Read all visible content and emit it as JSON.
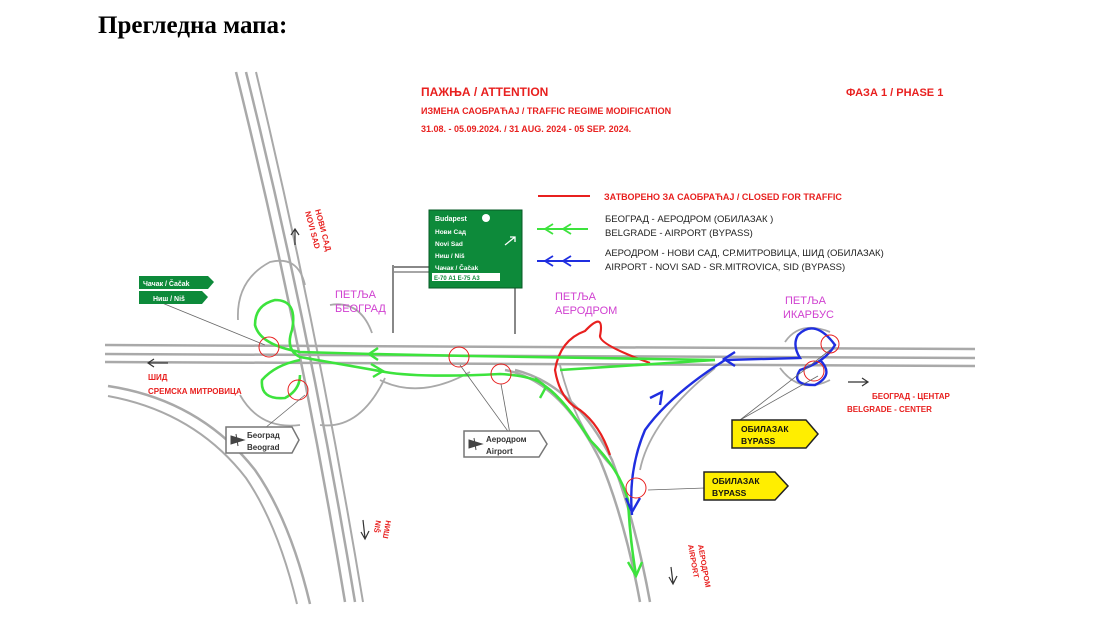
{
  "page_heading": "Прегледна мапа:",
  "notice": {
    "title": "ПАЖЊА / ATTENTION",
    "line1": "ИЗМЕНА САОБРАЋАЈ / TRAFFIC REGIME MODIFICATION",
    "line2": "31.08. - 05.09.2024.  / 31 AUG. 2024 - 05 SEP. 2024.",
    "phase": "ФАЗА 1 / PHASE 1"
  },
  "legend": {
    "closed": "ЗАТВОРЕНО ЗА САОБРАЋАЈ / CLOSED FOR TRAFFIC",
    "green_line1": "БЕОГРАД - АЕРОДРОМ (ОБИЛАЗАК )",
    "green_line2": "BELGRADE - AIRPORT (BYPASS)",
    "blue_line1": "АЕРОДРОМ - НОВИ САД, СР.МИТРОВИЦА, ШИД (ОБИЛАЗАК)",
    "blue_line2": "AIRPORT - NOVI SAD - SR.MITROVICA, SID (BYPASS)",
    "colors": {
      "closed": "#e8201f",
      "green": "#3de33d",
      "blue": "#1f2ee0"
    }
  },
  "gantry_sign": {
    "line1": "Budapest",
    "line2": "Нови Сад",
    "line3": "Novi Sad",
    "line4": "Ниш / Niš",
    "line5": "Чачак / Čačak",
    "badges": "Е-70  А1  Е-75  А3"
  },
  "left_sign": {
    "line1": "Чачак / Čačak",
    "line2": "Ниш / Niš"
  },
  "loops": {
    "beograd": [
      "ПЕТЉА",
      "БЕОГРАД"
    ],
    "aerodrom": [
      "ПЕТЉА",
      "АЕРОДРОМ"
    ],
    "ikarbus": [
      "ПЕТЉА",
      "ИКАРБУС"
    ]
  },
  "directions": {
    "novi_sad": [
      "НОВИ САД",
      "NOVI SAD"
    ],
    "sid": [
      "ШИД",
      "СРЕМСКА МИТРОВИЦА"
    ],
    "beograd_centar": [
      "БЕОГРАД - ЦЕНТАР",
      "BELGRADE  - CENTER"
    ],
    "nis": [
      "НИШ",
      "NIŠ"
    ],
    "aerodrom": [
      "АЕРОДРОМ",
      "AIRPORT"
    ]
  },
  "airport_signs": {
    "beograd": [
      "Београд",
      "Beograd"
    ],
    "aerodrom": [
      "Аеродром",
      "Airport"
    ]
  },
  "bypass_signs": {
    "upper": [
      "ОБИЛАЗАК",
      "BYPASS"
    ],
    "lower": [
      "ОБИЛАЗАК",
      "BYPASS"
    ]
  }
}
